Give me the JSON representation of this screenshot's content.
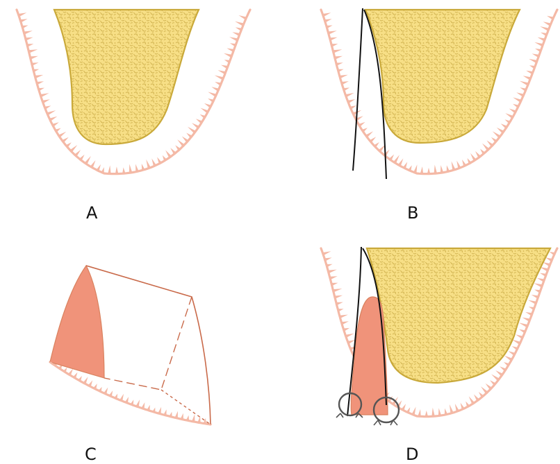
{
  "figure": {
    "panels": [
      {
        "label": "A"
      },
      {
        "label": "B"
      },
      {
        "label": "C"
      },
      {
        "label": "D"
      }
    ]
  },
  "colors": {
    "background": "#ffffff",
    "mucosa_fringe": "#f4b9a6",
    "bone_fill": "#f7df86",
    "bone_trabecular": "#dcc060",
    "bone_outline": "#c9a93a",
    "graft": "#f0937a",
    "graft_outline": "#d9825f",
    "incision_line": "#111111",
    "suture": "#555555"
  },
  "icons": [
    "gingival-mucosa-icon",
    "alveolar-bone-icon",
    "incision-icon",
    "connective-tissue-graft-icon",
    "suture-icon"
  ]
}
